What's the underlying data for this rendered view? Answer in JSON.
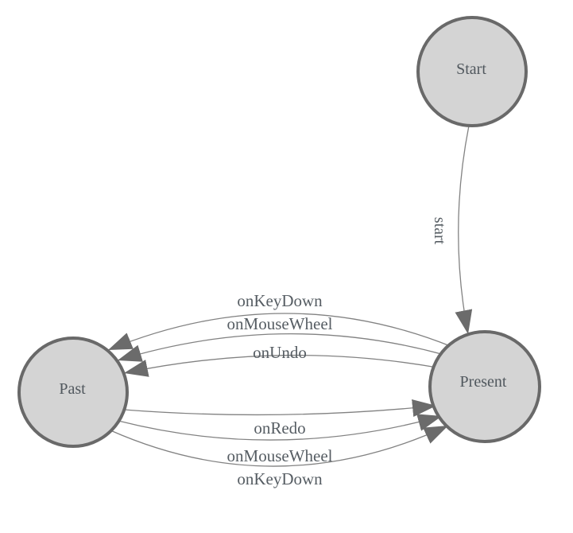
{
  "diagram": {
    "type": "state-machine",
    "colors": {
      "background": "#ffffff",
      "node_fill": "#d4d4d4",
      "node_border": "#696969",
      "edge_line": "#828282",
      "arrow_fill": "#6b6b6b",
      "label_text": "#565d63"
    },
    "nodes": [
      {
        "id": "start",
        "label": "Start"
      },
      {
        "id": "present",
        "label": "Present"
      },
      {
        "id": "past",
        "label": "Past"
      }
    ],
    "edges": [
      {
        "from": "Start",
        "to": "Present",
        "label": "start"
      },
      {
        "from": "Present",
        "to": "Past",
        "label": "onKeyDown"
      },
      {
        "from": "Present",
        "to": "Past",
        "label": "onMouseWheel"
      },
      {
        "from": "Present",
        "to": "Past",
        "label": "onUndo"
      },
      {
        "from": "Past",
        "to": "Present",
        "label": "onRedo"
      },
      {
        "from": "Past",
        "to": "Present",
        "label": "onMouseWheel"
      },
      {
        "from": "Past",
        "to": "Present",
        "label": "onKeyDown"
      }
    ]
  }
}
